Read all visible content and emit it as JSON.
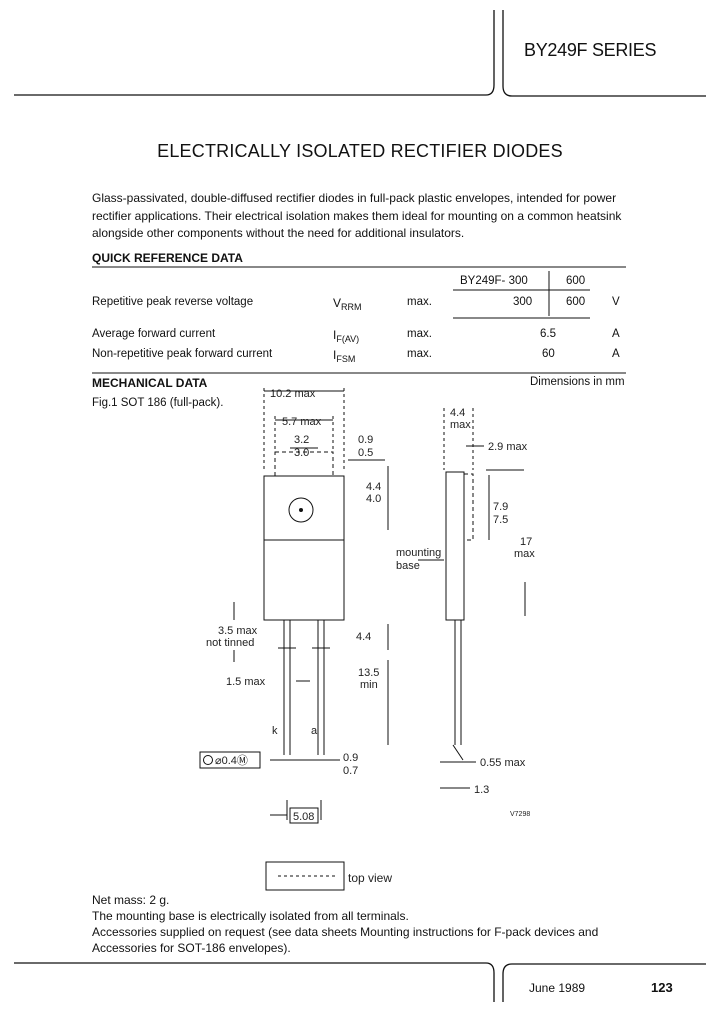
{
  "header": {
    "series": "BY249F SERIES"
  },
  "title": "ELECTRICALLY ISOLATED RECTIFIER DIODES",
  "intro": "Glass-passivated, double-diffused rectifier diodes in full-pack plastic envelopes, intended for power rectifier applications. Their electrical isolation makes them ideal for mounting on a common heatsink alongside other components without the need for additional insulators.",
  "quick_ref": {
    "heading": "QUICK REFERENCE DATA",
    "type_prefix": "BY249F-",
    "col1": "300",
    "col2": "600",
    "rows": [
      {
        "param": "Repetitive peak reverse voltage",
        "sym": "V",
        "sub": "RRM",
        "cond": "max.",
        "v1": "300",
        "v2": "600",
        "unit": "V"
      },
      {
        "param": "Average forward current",
        "sym": "I",
        "sub": "F(AV)",
        "cond": "max.",
        "v1": "",
        "v2": "6.5",
        "unit": "A"
      },
      {
        "param": "Non-repetitive peak forward current",
        "sym": "I",
        "sub": "FSM",
        "cond": "max.",
        "v1": "",
        "v2": "60",
        "unit": "A"
      }
    ]
  },
  "mechanical": {
    "heading": "MECHANICAL DATA",
    "dims_note": "Dimensions in mm",
    "fig_caption": "Fig.1 SOT 186 (full-pack).",
    "labels": {
      "d1": "10.2 max",
      "d2": "5.7 max",
      "d3a": "3.2",
      "d3b": "3.0",
      "d4a": "0.9",
      "d4b": "0.5",
      "d5a": "4.4",
      "d5b": "4.0",
      "d6a": "4.4",
      "d6b": "max",
      "d7": "2.9 max",
      "d8a": "7.9",
      "d8b": "7.5",
      "d9a": "17",
      "d9b": "max",
      "mount1": "mounting",
      "mount2": "base",
      "d10a": "3.5 max",
      "d10b": "not tinned",
      "d11": "4.4",
      "d12a": "13.5",
      "d12b": "min",
      "d13": "1.5 max",
      "pin_k": "k",
      "pin_a": "a",
      "tol": "⌀0.4Ⓜ",
      "d14a": "0.9",
      "d14b": "0.7",
      "d15": "0.55 max",
      "d16": "1.3",
      "d17": "5.08",
      "code": "V7298",
      "topview": "top view"
    }
  },
  "notes": [
    "Net mass: 2 g.",
    "The mounting base is electrically isolated from all terminals.",
    "Accessories supplied on request (see data sheets Mounting instructions for F-pack devices and",
    "Accessories for SOT-186 envelopes)."
  ],
  "footer": {
    "date": "June 1989",
    "page": "123"
  }
}
